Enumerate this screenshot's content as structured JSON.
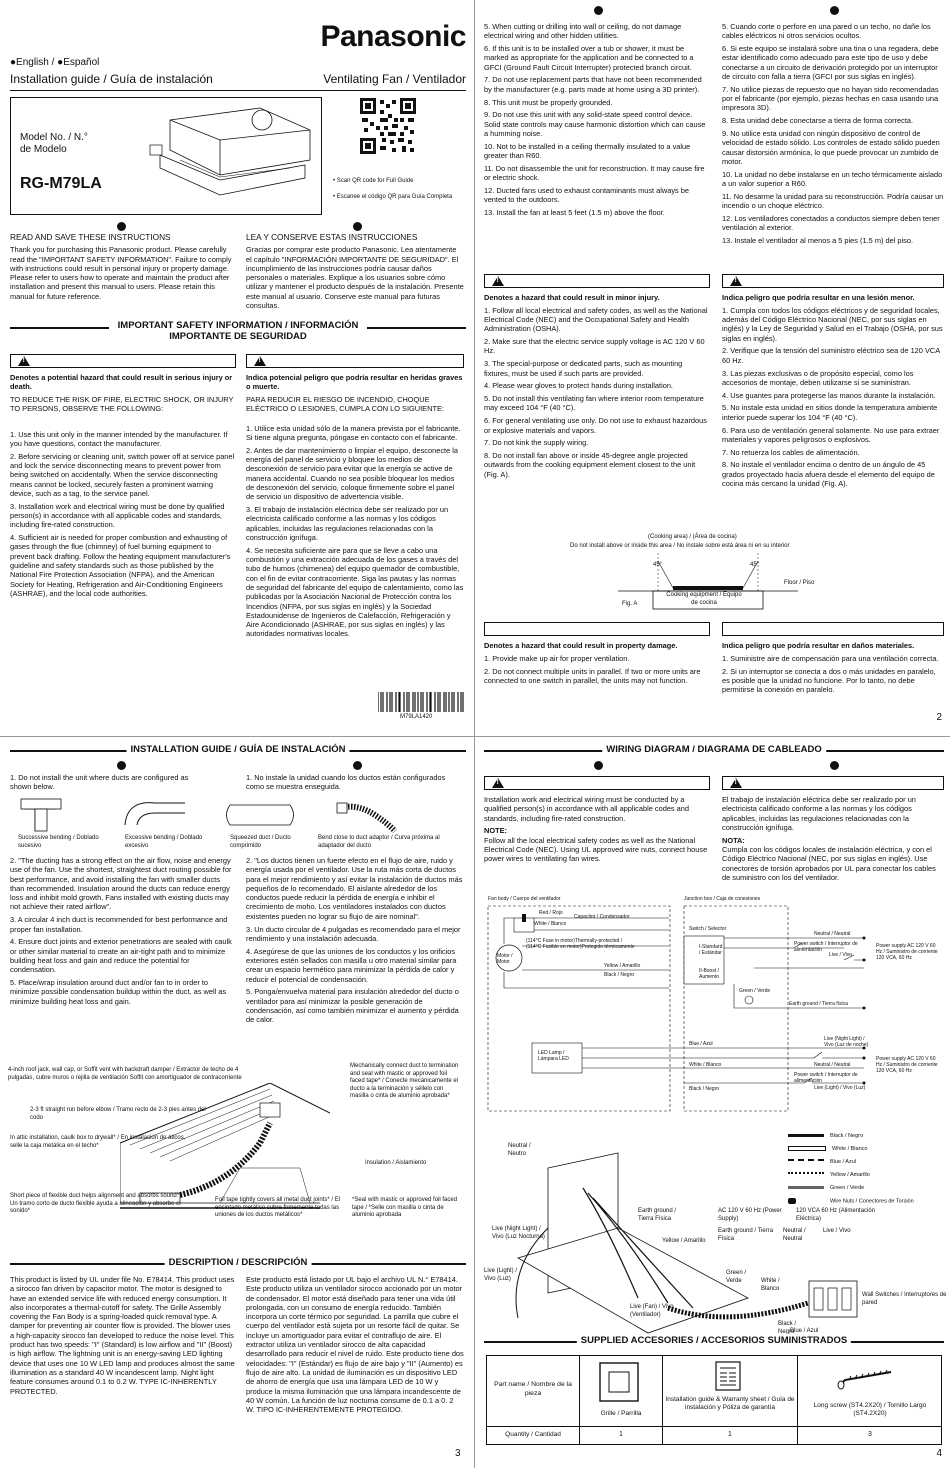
{
  "brand": "Panasonic",
  "lang_line": "●English / ●Español",
  "header": {
    "left": "Installation guide / Guía de instalación",
    "right": "Ventilating Fan / Ventilador"
  },
  "model": {
    "label": "Model No. / N.° de Modelo",
    "number": "RG-M79LA"
  },
  "qr": {
    "en": "• Scan QR code for Full Guide",
    "es": "• Escanee el código QR para Guía Completa"
  },
  "read_save": {
    "en_title": "READ AND SAVE THESE INSTRUCTIONS",
    "en_body": "Thank you for purchasing this Panasonic product. Please carefully read the \"IMPORTANT SAFETY INFORMATION\". Failure to comply with instructions could result in personal injury or property damage. Please refer to users how to operate and maintain the product after installation and present this manual to users. Please retain this manual for future reference.",
    "es_title": "LEA Y CONSERVE ESTAS INSTRUCCIONES",
    "es_body": "Gracias por comprar este producto Panasonic. Lea atentamente el capítulo \"INFORMACIÓN IMPORTANTE DE SEGURIDAD\". El incumplimiento de las instrucciones podría causar daños personales o materiales. Explique a los usuarios sobre cómo utilizar y mantener el producto después de la instalación. Presente este manual al usuario. Conserve este manual para futuras consultas."
  },
  "safety_title": "IMPORTANT SAFETY INFORMATION / INFORMACIÓN IMPORTANTE DE SEGURIDAD",
  "warning": {
    "en_head": "Denotes a potential hazard that could result in serious injury or death.",
    "en_intro": "TO REDUCE THE RISK OF FIRE, ELECTRIC SHOCK, OR INJURY TO PERSONS, OBSERVE THE FOLLOWING:",
    "en_items": [
      "1. Use this unit only in the manner intended by the manufacturer. If you have questions, contact the manufacturer.",
      "2. Before servicing or cleaning unit, switch power off at service panel and lock the service disconnecting means to prevent power from being switched on accidentally. When the service disconnecting means cannot be locked, securely fasten a prominent warning device, such as a tag, to the service panel.",
      "3. Installation work and electrical wiring must be done by qualified person(s) in accordance with all applicable codes and standards, including fire-rated construction.",
      "4. Sufficient air is needed for proper combustion and exhausting of gases through the flue (chimney) of fuel burning equipment to prevent back drafting. Follow the heating equipment manufacturer's guideline and safety standards such as those published by the National Fire Protection Association (NFPA), and the American Society for Heating, Refrigeration and Air-Conditioning Engineers (ASHRAE), and the local code authorities."
    ],
    "es_head": "Indica potencial peligro que podría resultar en heridas graves o muerte.",
    "es_intro": "PARA REDUCIR EL RIESGO DE INCENDIO, CHOQUE ELÉCTRICO O LESIONES, CUMPLA CON LO SIGUIENTE:",
    "es_items": [
      "1. Utilice esta unidad sólo de la manera prevista por el fabricante. Si tiene alguna pregunta, póngase en contacto con el fabricante.",
      "2. Antes de dar mantenimiento o limpiar el equipo, desconecte la energía del panel de servicio y bloquee los medios de desconexión de servicio para evitar que la energía se active de manera accidental. Cuando no sea posible bloquear los medios de desconexión del servicio, coloque firmemente sobre el panel de servicio un dispositivo de advertencia visible.",
      "3. El trabajo de instalación eléctrica debe ser realizado por un electricista calificado conforme a las normas y los códigos aplicables, incluidas las regulaciones relacionadas con la construcción ignífuga.",
      "4. Se necesita suficiente aire para que se lleve a cabo una combustión y una extracción adecuada de los gases a través del tubo de humos (chimenea) del equipo quemador de combustible, con el fin de evitar contracorriente. Siga las pautas y las normas de seguridad del fabricante del equipo de calentamiento, como las publicadas por la Asociación Nacional de Protección contra los Incendios (NFPA, por sus siglas en inglés) y la Sociedad Estadounidense de Ingenieros de Calefacción, Refrigeración y Aire Acondicionado (ASHRAE, por sus siglas en inglés) y las autoridades normativas locales."
    ]
  },
  "barcode_text": "M79LA1420",
  "page2": {
    "en_items": [
      "5. When cutting or drilling into wall or ceiling, do not damage electrical wiring and other hidden utilities.",
      "6. If this unit is to be installed over a tub or shower, it must be marked as appropriate for the application and be connected to a GFCI (Ground Fault Circuit Interrupter) protected branch circuit.",
      "7. Do not use replacement parts that have not been recommended by the manufacturer (e.g. parts made at home using a 3D printer).",
      "8. This unit must be properly grounded.",
      "9. Do not use this unit with any solid-state speed control device. Solid state controls may cause harmonic distortion which can cause a humming noise.",
      "10. Not to be installed in a ceiling thermally insulated to a value greater than R60.",
      "11. Do not disassemble the unit for reconstruction. It may cause fire or electric shock.",
      "12. Ducted fans used to exhaust contaminants must always be vented to the outdoors.",
      "13. Install the fan at least 5 feet (1.5 m) above the floor."
    ],
    "es_items": [
      "5. Cuando corte o perfore en una pared o un techo, no dañe los cables eléctricos ni otros servicios ocultos.",
      "6. Si este equipo se instalará sobre una tina o una regadera, debe estar identificado como adecuado para este tipo de uso y debe conectarse a un circuito de derivación protegido por un interruptor de circuito con falla a tierra (GFCI por sus siglas en inglés).",
      "7. No utilice piezas de repuesto que no hayan sido recomendadas por el fabricante (por ejemplo, piezas hechas en casa usando una impresora 3D).",
      "8. Esta unidad debe conectarse a tierra de forma correcta.",
      "9. No utilice esta unidad con ningún dispositivo de control de velocidad de estado sólido. Los controles de estado sólido pueden causar distorsión armónica, lo que puede provocar un zumbido de motor.",
      "10. La unidad no debe instalarse en un techo térmicamente aislado a un valor superior a R60.",
      "11. No desarme la unidad para su reconstrucción. Podría causar un incendio o un choque eléctrico.",
      "12. Los ventiladores conectados a conductos siempre deben tener ventilación al exterior.",
      "13. Instale el ventilador al menos a 5 pies (1.5 m) del piso."
    ],
    "caution_en_head": "Denotes a hazard that could result in minor injury.",
    "caution_en": [
      "1. Follow all local electrical and safety codes, as well as the National Electrical Code (NEC) and the Occupational Safety and Health Administration (OSHA).",
      "2. Make sure that the electric service supply voltage is AC 120 V 60 Hz.",
      "3. The special-purpose or dedicated parts, such as mounting fixtures, must be used if such parts are provided.",
      "4. Please wear gloves to protect hands during installation.",
      "5. Do not install this ventilating fan where interior room temperature may exceed 104 °F (40 °C).",
      "6. For general ventilating use only. Do not use to exhaust hazardous or explosive materials and vapors.",
      "7. Do not kink the supply wiring.",
      "8. Do not install fan above or inside 45-degree angle projected outwards from the cooking equipment element closest to the unit (Fig. A)."
    ],
    "caution_es_head": "Indica peligro que podría resultar en una lesión menor.",
    "caution_es": [
      "1. Cumpla con todos los códigos eléctricos y de seguridad locales, además del Código Eléctrico Nacional (NEC, por sus siglas en inglés) y la Ley de Seguridad y Salud en el Trabajo (OSHA, por sus siglas en inglés).",
      "2. Verifique que la tensión del suministro eléctrico sea de 120 VCA 60 Hz.",
      "3. Las piezas exclusivas o de propósito especial, como los accesorios de montaje, deben utilizarse si se suministran.",
      "4. Use guantes para protegerse las manos durante la instalación.",
      "5. No instale esta unidad en sitios donde la temperatura ambiente interior puede superar los 104 °F (40 °C).",
      "6. Para uso de ventilación general solamente. No use para extraer materiales y vapores peligrosos o explosivos.",
      "7. No retuerza los cables de alimentación.",
      "8. No instale el ventilador encima o dentro de un ángulo de 45 grados proyectado hacia afuera desde el elemento del equipo de cocina más cercano  la unidad (Fig. A)."
    ],
    "fig_a": {
      "area": "(Cooking area) / (Área de cocina)",
      "note": "Do not install above or inside this area / No instale sobre está área ni en su interior",
      "floor": "Floor / Piso",
      "equip": "Cooking equipment / Equipo de cocina",
      "label": "Fig. A",
      "a1": "45°",
      "a2": "45°"
    },
    "notice_en_head": "Denotes a hazard that could result in property damage.",
    "notice_en": [
      "1. Provide make up air for proper ventilation.",
      "2. Do not connect multiple units in parallel. If two or more units are connected to one switch in parallel, the units may not function."
    ],
    "notice_es_head": "Indica peligro que podría resultar en daños materiales.",
    "notice_es": [
      "1. Suministre aire de compensación para una ventilación correcta.",
      "2. Si un interruptor se conecta a dos o más unidades en paralelo, es posible que la unidad no funcione. Por lo tanto, no debe permitirse la conexión en paralelo."
    ],
    "page_no": "2"
  },
  "install": {
    "title": "INSTALLATION  GUIDE / GUÍA DE INSTALACIÓN",
    "en1": "1. Do not install the unit where ducts are configured as shown below.",
    "es1": "1. No instale la unidad cuando los ductos están configurados como se muestra enseguida.",
    "duct_labels": [
      "Successive bending / Doblado sucesivo",
      "Excessive bending / Doblado excesivo",
      "Squeezed duct / Ducto comprimido",
      "Bend close to duct adaptor / Curva próxima al adaptador del ducto"
    ],
    "en_items": [
      "2. \"The ducting has a strong effect on the air flow, noise and energy use of the fan. Use the shortest, straightest duct routing possible for best performance, and avoid installing the fan with smaller ducts than recommended. Insulation around the ducts can reduce energy loss and inhibit mold growth. Fans installed with existing ducts may not achieve their rated airflow\".",
      "3. A circular 4 inch duct is recommended for best performance and proper fan installation.",
      "4. Ensure duct joints and exterior penetrations are sealed with caulk or other similar material to create an air-tight path and to minimize building heat loss and gain and reduce the potential for condensation.",
      "5. Place/wrap insulation around duct and/or fan to in order to minimize possible condensation buildup within the duct, as well as minimize building heat loss and gain."
    ],
    "es_items": [
      "2. \"Los ductos tienen un fuerte efecto en el flujo de aire, ruido y energía usada por el ventilador. Use la ruta más corta de ductos para el mejor rendimiento y así evitar la instalación de ductos más pequeños de lo recomendado. El aislante alrededor de los conductos puede reducir la pérdida de energía e inhibir el crecimiento de moho. Los ventiladores instalados con ductos existentes pueden no lograr su flujo de aire nominal\".",
      "3. Un ducto circular de 4 pulgadas es recomendado para el mejor rendimiento y una instalación adecuada.",
      "4. Asegúrese de que las uniones de los conductos y los orificios exteriores estén sellados con masilla u otro material similar para crear un espacio hermético para minimizar la pérdida de calor y reducir el potencial de condensación.",
      "5. Ponga/envuelva material para insulación alrededor del ducto o ventilador para así minimizar la posible generación de condensación, así como también minimizar el aumento y pérdida de calor."
    ],
    "attic": {
      "roof": "4-inch roof jack, wall cap, or Soffit vent with backdraft damper / Extractor de techo de 4 pulgadas, cubre muros o rejilla de ventilación Soffit con amortiguador de contracorriente",
      "straight": "2-3 ft straight run before elbow / Tramo recto de 2-3 pies antes del codo",
      "caulk": "In attic installation, caulk box to drywall* / En instalación de áticos, selle la caja metálica en el techo*",
      "mech": "Mechanically connect duct to termination and seal with mastic or approved foil faced tape* / Conecte mecánicamente el ducto a la terminación y séllelo con masilla o cinta de aluminio aprobada*",
      "insul": "Insulation / Aislamiento",
      "short": "Short piece of flexible duct helps alignment and absorbs sound* / Un tramo corto de ducto flexible ayuda a alineación y absorbe el sonido*",
      "foil": "Foil tape tightly covers all metal duct joints* / El encintado metálico cubre firmemente todas las uniones de los ductos metálicos*",
      "seal": "*Seal with mastic or approved foil faced tape / *Selle con masilla o cinta de aluminio aprobada"
    },
    "desc_title": "DESCRIPTION / DESCRIPCIÓN",
    "desc_en": "This product is listed by UL under file No. E78414. This product uses a sirocco fan driven by capacitor motor. The motor is designed to have an extended service life with reduced energy consumption. It also incorporates a thermal-cutoff for safety. The Grille Assembly covering the Fan Body is a spring-loaded quick removal type. A damper for preventing air counter flow is provided. The blower uses a high-capacity sirocco fan developed to reduce the noise level. This product has two speeds: \"I\" (Standard) is low airflow and \"II\" (Boost) is high airflow. The lightning unit is an energy-saving LED lighting device that uses one 10 W LED lamp and produces almost the same illumination as a standard 40 W incandescent lamp. Night light feature consumes around 0.1 to 0.2 W. TYPE IC-INHERENTLY PROTECTED.",
    "desc_es": "Este producto está listado por UL bajo el archivo UL N.° E78414. Este producto utiliza un ventilador sirocco accionado por un motor de condensador. El motor está diseñado para tener una vida útil prolongada, con un consumo de energía reducido. También incorpora un corte térmico por seguridad. La parrilla que cubre el cuerpo del ventilador está sujeta por un resorte fácil de quitar. Se incluye un amortiguador para evitar el contraflujo de aire. El extractor utiliza un ventilador sirocco de alta capacidad desarrollado para reducir el nivel de ruido. Este producto tiene dos velocidades: \"I\" (Estándar) es flujo de aire bajo y \"II\" (Aumento) es flujo de aire alto. La unidad de iluminación es un dispositivo LED de ahorro de energía que usa una lámpara LED de 10 W y produce la misma iluminación que una lámpara incandescente de 40 W común. La función de luz nocturna consume de 0.1 a 0. 2 W. TIPO IC-INHERENTEMENTE PROTEGIDO.",
    "page_no": "3"
  },
  "wiring": {
    "title": "WIRING DIAGRAM / DIAGRAMA DE CABLEADO",
    "en": "Installation work and electrical wiring must be conducted by a qualified person(s) in accordance with all applicable codes and standards, including fire-rated construction.",
    "es": "El trabajo de instalación eléctrica debe ser realizado por un electricista calificado conforme a las normas y los códigos aplicables, incluidas las regulaciones relacionadas con la construcción ignífuga.",
    "note_en_title": "NOTE:",
    "note_en": "Follow all the local electrical safety codes as well as the National Electrical Code (NEC). Using UL approved wire nuts, connect house power wires to ventilating fan wires.",
    "note_es_title": "NOTA:",
    "note_es": "Cumpla con los códigos locales de instalación eléctrica, y con el Código Eléctrico Nacional (NEC, por sus siglas en inglés). Use conectores de torsión aprobados por UL para conectar los cables de suministro con los del ventilador.",
    "labels": {
      "fan_body": "Fan body / Cuerpo del ventilador",
      "jbox": "Junction box / Caja de conexiones",
      "red": "Red / Rojo",
      "white": "White / Blanco",
      "cap": "Capacitor / Condensador",
      "motor": "Motor / Motor",
      "fuse1": "(114°C Fuse in motor)Thermally-protected /",
      "fuse1b": "(114°C Fusible en motor)Protegido térmicamente",
      "yellow": "Yellow / Amarillo",
      "black": "Black / Negro",
      "switch": "Switch / Selector",
      "std": "I-Standard / Estándar",
      "boost": "II-Boost / Aumento",
      "green": "Green / Verde",
      "neutral": "Neutral / Neutral",
      "ps": "Power switch / Interruptor de alimentación",
      "live": "Live / Vivo",
      "earth": "Earth ground / Tierra física",
      "supply": "Power supply AC 120 V 60 Hz / Suministro de corriente 120 VCA, 60 Hz",
      "blue": "Blue / Azul",
      "led": "LED Lamp / Lámpara LED",
      "night": "Live (Night Light) / Vivo (Luz de noche)",
      "livelight": "Live (Light) / Vivo (Luz)"
    },
    "legend": [
      "Black / Negro",
      "White / Blanco",
      "Blue / Azul",
      "Yellow / Amarillo",
      "Green / Verde",
      "Wire Nuts / Conectores de Torsión"
    ],
    "photo": {
      "neutral": "Neutral / Neutro",
      "earth": "Earth ground / Tierra Física",
      "night": "Live (Night Light) / Vivo (Luz Nocturna)",
      "yellow": "Yellow / Amarillo",
      "light": "Live (Light) / Vivo (Luz)",
      "fan": "Live (Fan) / Vivo (Ventilador)",
      "blue": "Blue / Azul",
      "black": "Black / Negro",
      "white": "White / Blanco",
      "green": "Green / Verde",
      "ac": "AC 120 V 60 Hz (Power Supply)",
      "ac_es": "120 VCA 60 Hz (Alimentación Eléctrica)",
      "eg": "Earth ground / Tierra Física",
      "nt": "Neutral / Neutral",
      "lv": "Live / Vivo",
      "ws": "Wall Switches / Interruptores de pared"
    }
  },
  "accessories": {
    "title": "SUPPLIED ACCESORIES / ACCESORIOS SUMINISTRADOS",
    "part_label": "Part name / Nombre de la pieza",
    "qty_label": "Quantity / Cantidad",
    "items": [
      {
        "name": "Grille / Parrilla",
        "qty": "1"
      },
      {
        "name": "Installation guide & Warranty sheet / Guía de instalación y Póliza de garantía",
        "qty": "1"
      },
      {
        "name": "Long screw (ST4.2X20) / Tornillo Largo (ST4.2X20)",
        "qty": "3"
      }
    ],
    "page_no": "4"
  }
}
